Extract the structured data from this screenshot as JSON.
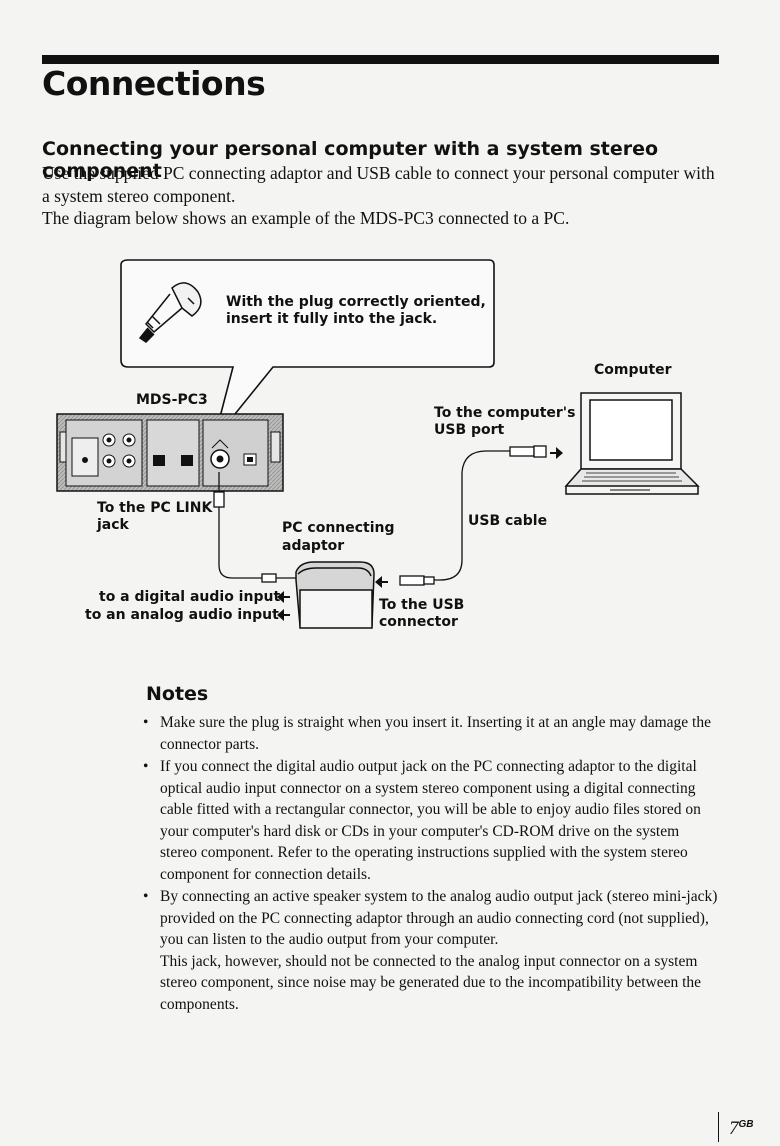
{
  "header": {
    "title": "Connections",
    "subtitle": "Connecting your personal computer with a system stereo component"
  },
  "intro": {
    "line1": "Use the supplied PC connecting adaptor and USB cable to connect your personal computer with a system stereo component.",
    "line2": "The diagram below shows an example of the MDS-PC3 connected to a PC."
  },
  "diagram": {
    "callout_line1": "With the plug correctly oriented,",
    "callout_line2": "insert it fully into the jack.",
    "device_label": "MDS-PC3",
    "computer_label": "Computer",
    "usb_port_line1": "To the computer's",
    "usb_port_line2": "USB port",
    "pc_link_line1": "To the PC LINK",
    "pc_link_line2": "jack",
    "adaptor_line1": "PC connecting",
    "adaptor_line2": "adaptor",
    "usb_cable": "USB cable",
    "digital_input": "to a digital audio input",
    "analog_input": "to an analog audio input",
    "usb_connector_line1": "To the USB",
    "usb_connector_line2": "connector"
  },
  "notes": {
    "heading": "Notes",
    "bullet_glyph": "•",
    "items": [
      {
        "text": "Make sure the plug is straight when you insert it. Inserting it at an angle may damage the connector parts."
      },
      {
        "text": "If you connect the digital audio output jack on the PC connecting adaptor to the digital optical audio input connector on a system stereo component using a digital connecting cable fitted with a rectangular connector, you will be able to enjoy audio files stored on your computer's hard disk or CDs in your computer's CD-ROM drive on the system stereo component. Refer to the operating instructions supplied with the system stereo component for connection details."
      },
      {
        "text": "By connecting an active speaker system to the analog audio output jack (stereo mini-jack) provided on the PC connecting adaptor through an audio connecting cord (not supplied), you can listen to the audio output from your computer.",
        "extra": "This jack, however, should not be connected to the analog input connector on a system stereo component, since noise may be generated due to the incompatibility between the components."
      }
    ]
  },
  "footer": {
    "page_number": "7",
    "page_suffix": "GB"
  }
}
